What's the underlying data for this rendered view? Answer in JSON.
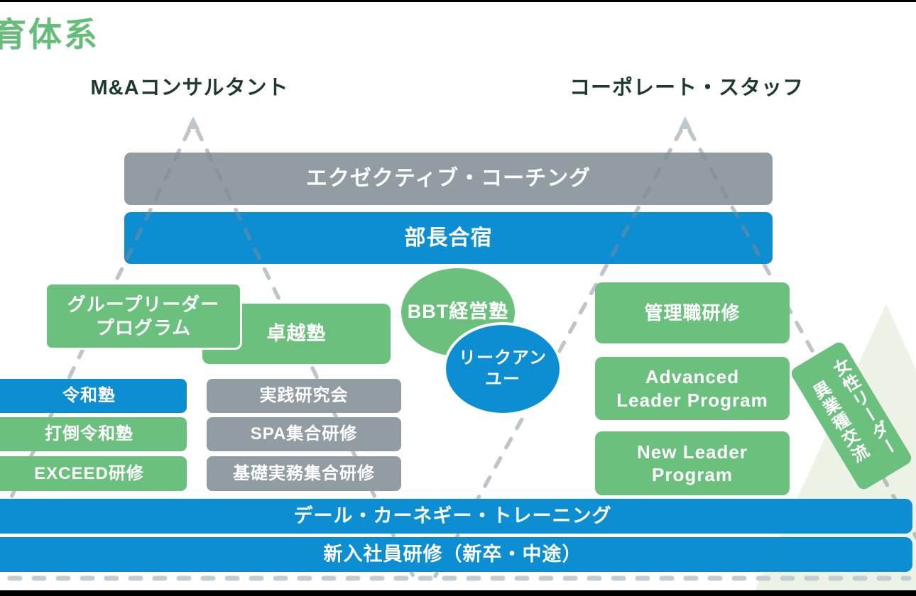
{
  "page_title": "育体系",
  "track_headers": {
    "left": "M&Aコンサルタント",
    "right": "コーポレート・スタッフ"
  },
  "top_bars": {
    "executive_coaching": "エクゼクティブ・コーチング",
    "bucho_gasshuku": "部長合宿"
  },
  "middle_programs": {
    "group_leader_program": "グループリーダー\nプログラム",
    "takuetsu_juku": "卓越塾",
    "bbt_keiei_juku": "BBT経営塾",
    "lee_kuan_yew": "リークアン\nユー",
    "kanrishoku_kenshu": "管理職研修"
  },
  "left_stack": [
    {
      "label": "令和塾",
      "color": "blue"
    },
    {
      "label": "打倒令和塾",
      "color": "green"
    },
    {
      "label": "EXCEED研修",
      "color": "green"
    }
  ],
  "center_stack": [
    {
      "label": "実践研究会"
    },
    {
      "label": "SPA集合研修"
    },
    {
      "label": "基礎実務集合研修"
    }
  ],
  "right_stack": [
    {
      "label": "Advanced\nLeader Program"
    },
    {
      "label": "New Leader\nProgram"
    }
  ],
  "ribbon": "女性リーダー\n異業種交流",
  "bottom_bars": {
    "dale_carnegie": "デール・カーネギー・トレーニング",
    "new_employee": "新入社員研修（新卒・中途）"
  },
  "colors": {
    "green": "#6CC07E",
    "blue": "#0D8ED3",
    "gray": "#929CA3",
    "pale_green": "#EDF2E7",
    "dash_gray": "#C5CDD4",
    "header_dark_green": "#1C3A2D",
    "title_green": "#66BD79",
    "frame_black": "#000000"
  }
}
